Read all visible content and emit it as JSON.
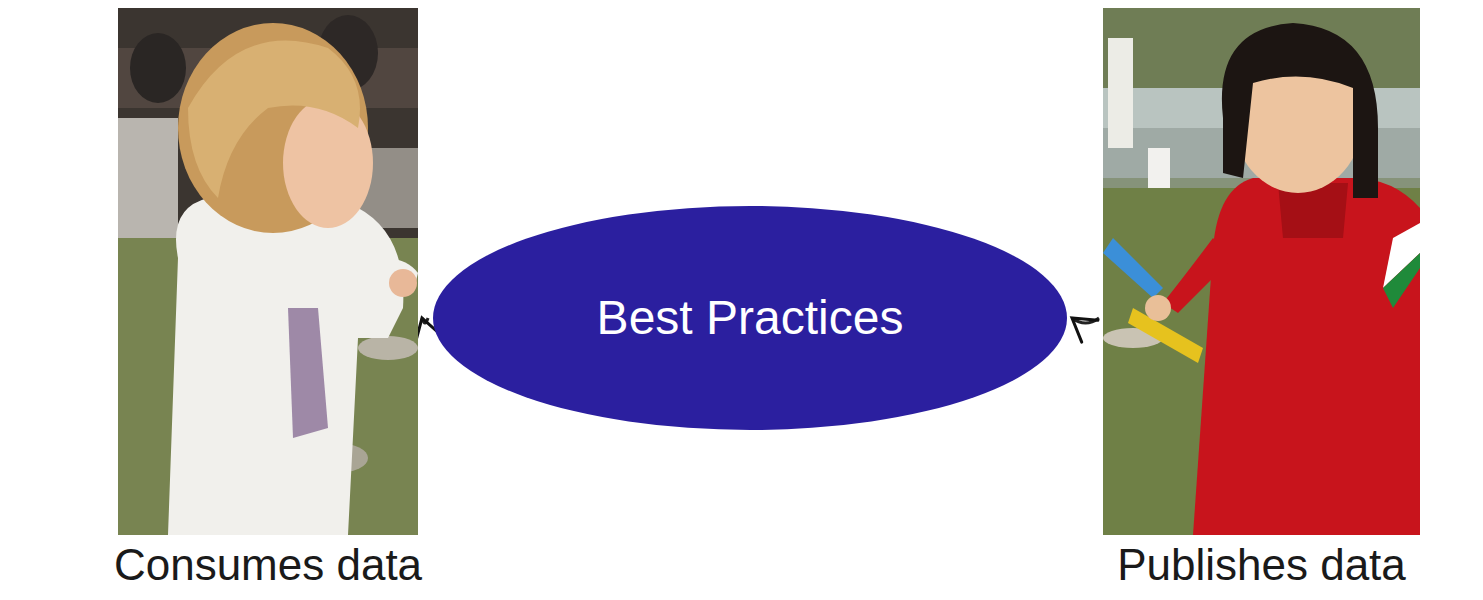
{
  "diagram": {
    "nodes": [
      {
        "text": [
          "Consumes data"
        ]
      },
      {
        "text": [
          "Best Practices"
        ]
      },
      {
        "text": [
          "Publishes data"
        ]
      }
    ],
    "edges": [
      {
        "from": 2,
        "to": 1,
        "arrow": "to"
      },
      {
        "from": 1,
        "to": 0,
        "arrow": "to"
      }
    ]
  }
}
